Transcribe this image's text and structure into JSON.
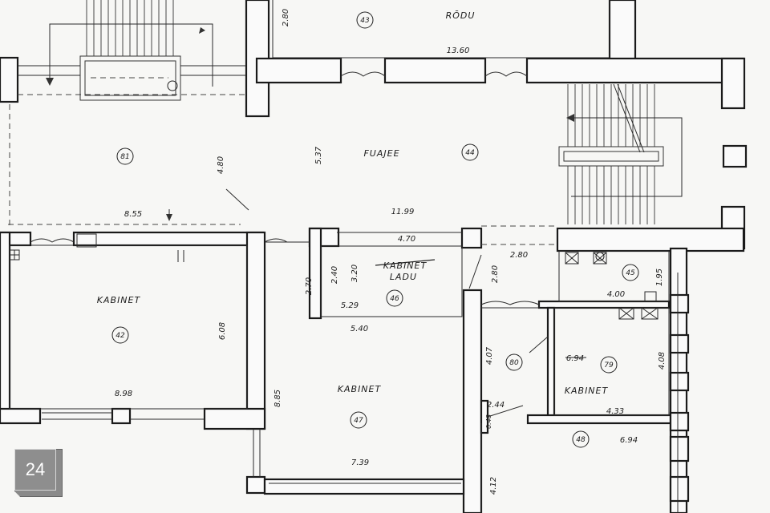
{
  "page_number": "24",
  "room_labels": {
    "rodu": "RŌDU",
    "fuajee": "FUAJEE",
    "kabinet_42": "KABINET",
    "kabinet_47": "KABINET",
    "kabinet_79": "KABINET",
    "kabinet_46": "KABINET",
    "ladu_46": "LADU"
  },
  "room_numbers": {
    "n43": "43",
    "n81": "81",
    "n44": "44",
    "n42": "42",
    "n46": "46",
    "n45": "45",
    "n80": "80",
    "n79": "79",
    "n47": "47",
    "n48": "48"
  },
  "dimensions": {
    "d_280_top": "2.80",
    "d_1360": "13.60",
    "d_480": "4.80",
    "d_855": "8.55",
    "d_537": "5.37",
    "d_1199": "11.99",
    "d_470": "4.70",
    "d_280_mid": "2.80",
    "d_240": "2.40",
    "d_320": "3.20",
    "d_270": "2.70",
    "d_529": "5.29",
    "d_280_vert": "2.80",
    "d_400": "4.00",
    "d_195": "1.95",
    "d_540": "5.40",
    "d_608": "6.08",
    "d_898": "8.98",
    "d_885": "8.85",
    "d_739": "7.39",
    "d_407": "4.07",
    "d_694_a": "6.94",
    "d_408": "4.08",
    "d_433": "4.33",
    "d_244": "2.44",
    "d_694_b": "6.94",
    "d_412": "4.12",
    "d_048": "0.48"
  }
}
